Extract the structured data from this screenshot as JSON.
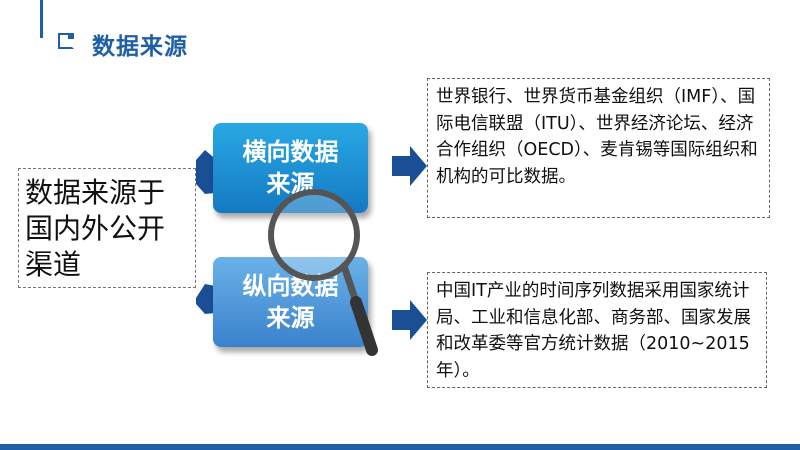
{
  "title": "数据来源",
  "source_box": {
    "lines": [
      "数据来源于",
      "国内外公开",
      "渠道"
    ]
  },
  "horizontal_tile": {
    "lines": [
      "横向数据",
      "来源"
    ]
  },
  "vertical_tile": {
    "lines": [
      "纵向数据",
      "来源"
    ]
  },
  "horizontal_info": "世界银行、世界货币基金组织（IMF）、国际电信联盟（ITU）、世界经济论坛、经济合作组织（OECD）、麦肯锡等国际组织和机构的可比数据。",
  "vertical_info": "中国IT产业的时间序列数据采用国家统计局、工业和信息化部、商务部、国家发展和改革委等官方统计数据（2010~2015年）。",
  "colors": {
    "accent": "#1f5fa8",
    "tile_h": "#1e90d6",
    "tile_v": "#4d95d8",
    "arrow": "#1a4f96"
  },
  "icons": [
    "magnifier-icon",
    "arrow-icon"
  ]
}
